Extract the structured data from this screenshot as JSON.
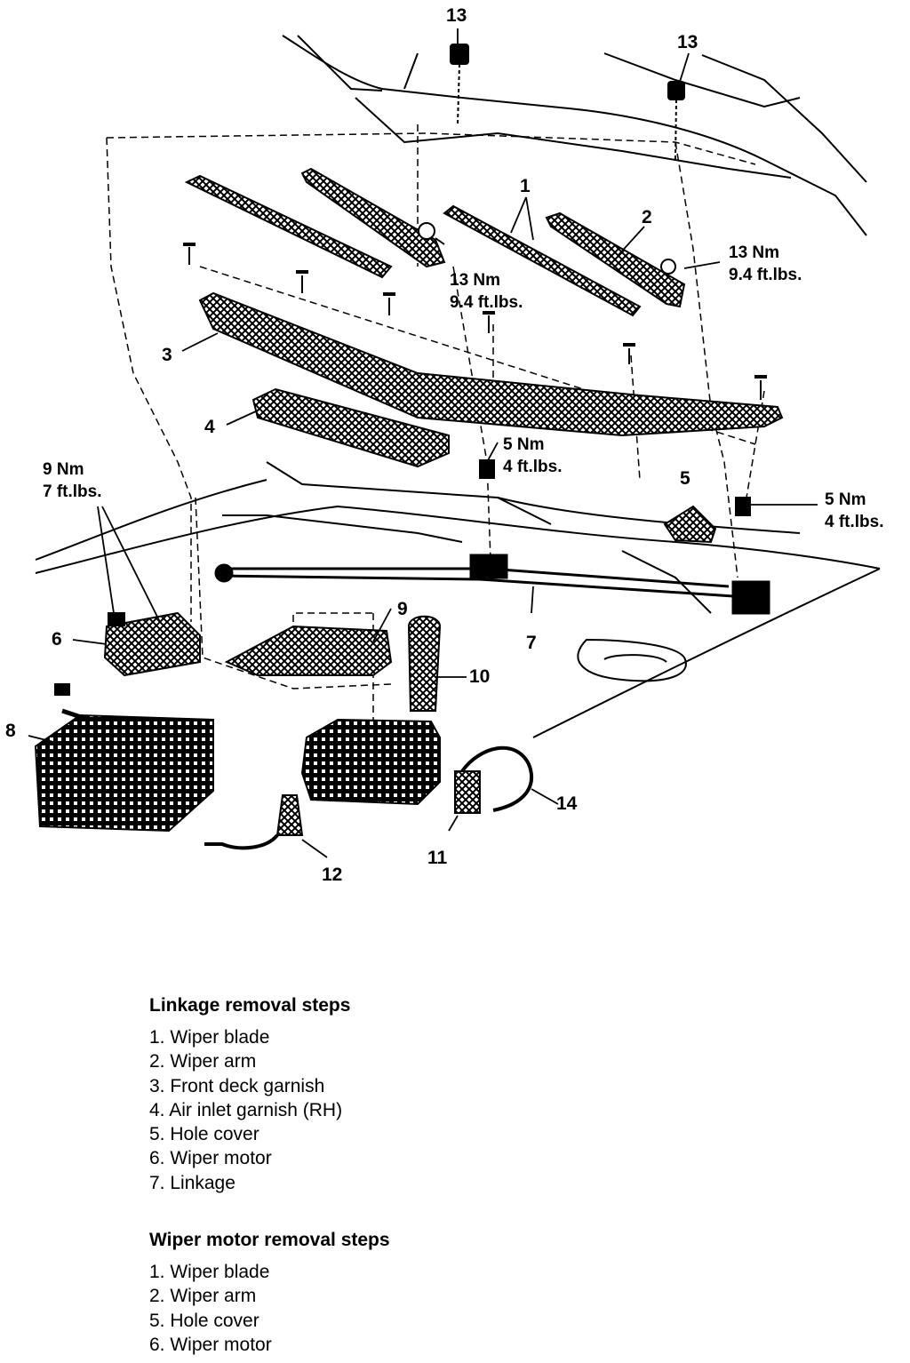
{
  "callouts": [
    {
      "id": "c13a",
      "text": "13"
    },
    {
      "id": "c13b",
      "text": "13"
    },
    {
      "id": "c1",
      "text": "1"
    },
    {
      "id": "c2",
      "text": "2"
    },
    {
      "id": "c3",
      "text": "3"
    },
    {
      "id": "c4",
      "text": "4"
    },
    {
      "id": "c5",
      "text": "5"
    },
    {
      "id": "c6",
      "text": "6"
    },
    {
      "id": "c7",
      "text": "7"
    },
    {
      "id": "c8",
      "text": "8"
    },
    {
      "id": "c9",
      "text": "9"
    },
    {
      "id": "c10",
      "text": "10"
    },
    {
      "id": "c11",
      "text": "11"
    },
    {
      "id": "c12",
      "text": "12"
    },
    {
      "id": "c14",
      "text": "14"
    }
  ],
  "torque_labels": [
    {
      "id": "t1",
      "nm": "13 Nm",
      "ftlbs": "9.4 ft.lbs."
    },
    {
      "id": "t2",
      "nm": "13 Nm",
      "ftlbs": "9.4 ft.lbs."
    },
    {
      "id": "t3",
      "nm": "5 Nm",
      "ftlbs": "4 ft.lbs."
    },
    {
      "id": "t4",
      "nm": "5 Nm",
      "ftlbs": "4 ft.lbs."
    },
    {
      "id": "t5",
      "nm": "9 Nm",
      "ftlbs": "7 ft.lbs."
    }
  ],
  "linkage_removal": {
    "title": "Linkage removal steps",
    "steps": [
      "1. Wiper blade",
      "2. Wiper arm",
      "3. Front deck garnish",
      "4. Air inlet garnish (RH)",
      "5. Hole cover",
      "6. Wiper motor",
      "7. Linkage"
    ]
  },
  "wiper_motor_removal": {
    "title": "Wiper motor removal steps",
    "steps": [
      "1. Wiper blade",
      "2. Wiper arm",
      "5. Hole cover",
      "6. Wiper motor"
    ]
  }
}
